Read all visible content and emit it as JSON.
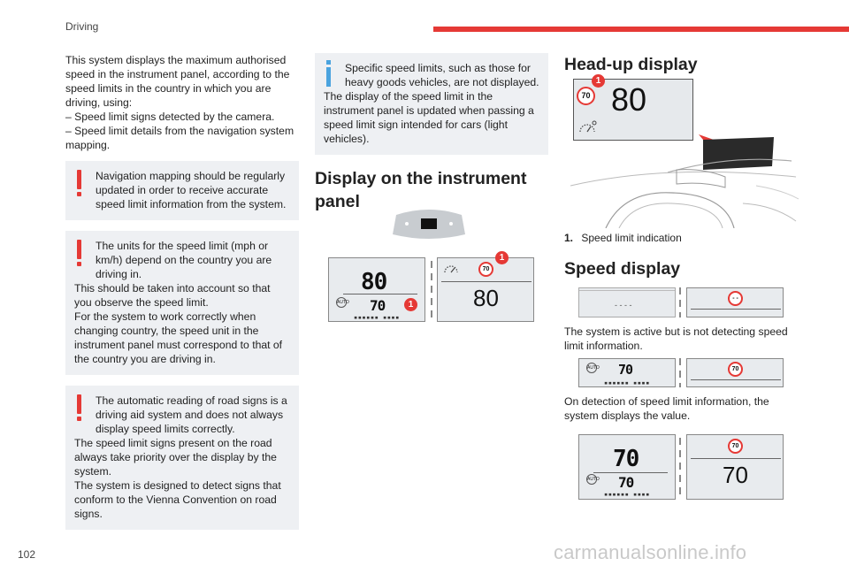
{
  "header": {
    "section": "Driving",
    "accent": "#e53935"
  },
  "page_number": "102",
  "watermark": "carmanualsonline.info",
  "col1": {
    "intro": [
      "This system displays the maximum authorised speed in the instrument panel, according to the speed limits in the country in which you are driving, using:",
      "– Speed limit signs detected by the camera.",
      "– Speed limit details from the navigation system mapping."
    ],
    "note1": "Navigation mapping should be regularly updated in order to receive accurate speed limit information from the system.",
    "note2_lines": [
      "The units for the speed limit (mph or km/h) depend on the country you are driving in.",
      "This should be taken into account so that you observe the speed limit.",
      "For the system to work correctly when changing country, the speed unit in the instrument panel must correspond to that of the country you are driving in."
    ],
    "note3_lines": [
      "The automatic reading of road signs is a driving aid system and does not always display speed limits correctly.",
      "The speed limit signs present on the road always take priority over the display by the system.",
      "The system is designed to detect signs that conform to the Vienna Convention on road signs."
    ]
  },
  "col2": {
    "info_note": [
      "Specific speed limits, such as those for heavy goods vehicles, are not displayed.",
      "The display of the speed limit in the instrument panel is updated when passing a speed limit sign intended for cars (light vehicles)."
    ],
    "heading": "Display on the instrument panel",
    "panel_left_speed": "80",
    "panel_left_limit": "70",
    "panel_right_speed": "80",
    "panel_right_sign": "70",
    "marker": "1",
    "auto_label": "AUTO",
    "dots": "▪▪▪▪▪▪ ▪▪▪▪"
  },
  "col3": {
    "heading1": "Head-up display",
    "hud_speed": "80",
    "hud_sign": "70",
    "marker": "1",
    "legend_num": "1.",
    "legend_text": "Speed limit indication",
    "heading2": "Speed display",
    "dashes": "- - - -",
    "dashes_sign": "- -",
    "text1": "The system is active but is not detecting speed limit information.",
    "row2_limit": "70",
    "row2_sign": "70",
    "text2": "On detection of speed limit information, the system displays the value.",
    "row3_speed": "70",
    "row3_limit": "70",
    "row3_sign": "70",
    "row3_big": "70"
  }
}
